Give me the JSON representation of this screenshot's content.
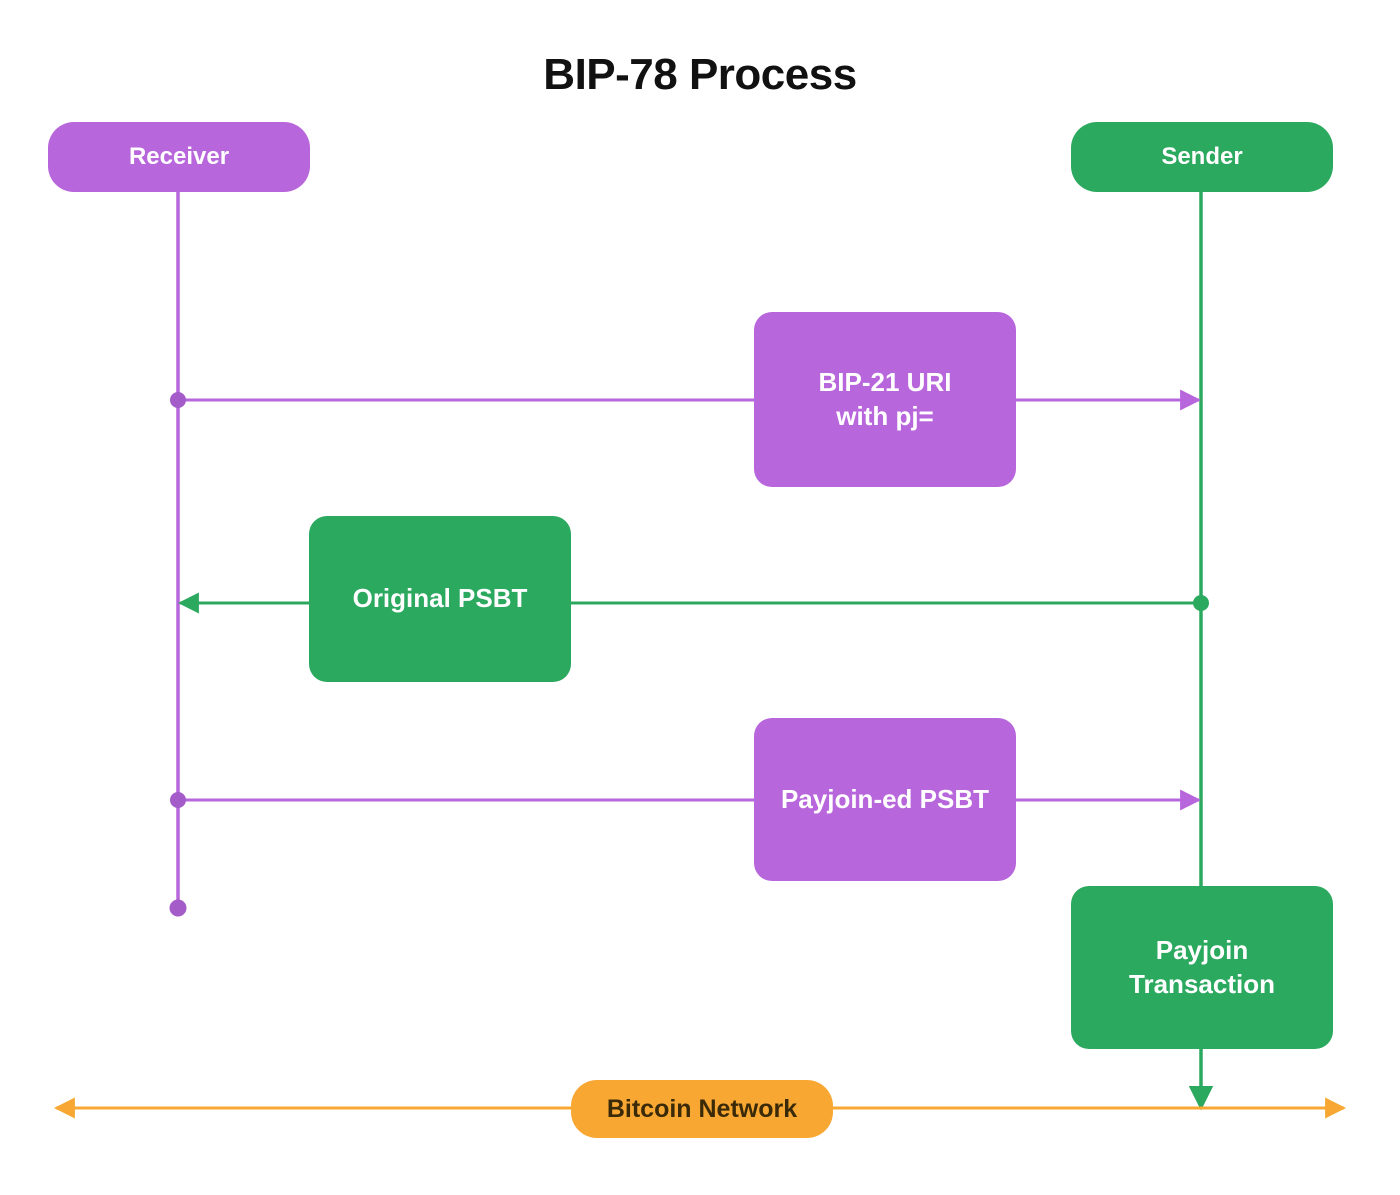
{
  "title": "BIP-78 Process",
  "colors": {
    "purple": "#b866dc",
    "green": "#2ba95f",
    "orange": "#f8a832",
    "network_text": "#3a2a08",
    "title_text": "#111111",
    "node_text": "#ffffff",
    "background": "#ffffff"
  },
  "actors": {
    "receiver": {
      "label": "Receiver",
      "color": "#b866dc"
    },
    "sender": {
      "label": "Sender",
      "color": "#2ba95f"
    }
  },
  "messages": [
    {
      "id": "bip21-uri",
      "label": "BIP-21 URI\nwith pj=",
      "from": "receiver",
      "to": "sender",
      "direction": "right",
      "color": "#b866dc"
    },
    {
      "id": "original-psbt",
      "label": "Original PSBT",
      "from": "sender",
      "to": "receiver",
      "direction": "left",
      "color": "#2ba95f"
    },
    {
      "id": "payjoin-ed-psbt",
      "label": "Payjoin-ed PSBT",
      "from": "receiver",
      "to": "sender",
      "direction": "right",
      "color": "#b866dc"
    },
    {
      "id": "payjoin-transaction",
      "label": "Payjoin\nTransaction",
      "from": "sender",
      "to": "network",
      "direction": "down",
      "color": "#2ba95f"
    }
  ],
  "network": {
    "label": "Bitcoin Network",
    "color": "#f8a832"
  },
  "chart_data": {
    "type": "sequence-diagram",
    "title": "BIP-78 Process",
    "lifelines": [
      "Receiver",
      "Sender"
    ],
    "steps": [
      {
        "order": 1,
        "from": "Receiver",
        "to": "Sender",
        "label": "BIP-21 URI with pj="
      },
      {
        "order": 2,
        "from": "Sender",
        "to": "Receiver",
        "label": "Original PSBT"
      },
      {
        "order": 3,
        "from": "Receiver",
        "to": "Sender",
        "label": "Payjoin-ed PSBT"
      },
      {
        "order": 4,
        "from": "Sender",
        "to": "Bitcoin Network",
        "label": "Payjoin Transaction"
      }
    ],
    "terminal": "Bitcoin Network"
  }
}
